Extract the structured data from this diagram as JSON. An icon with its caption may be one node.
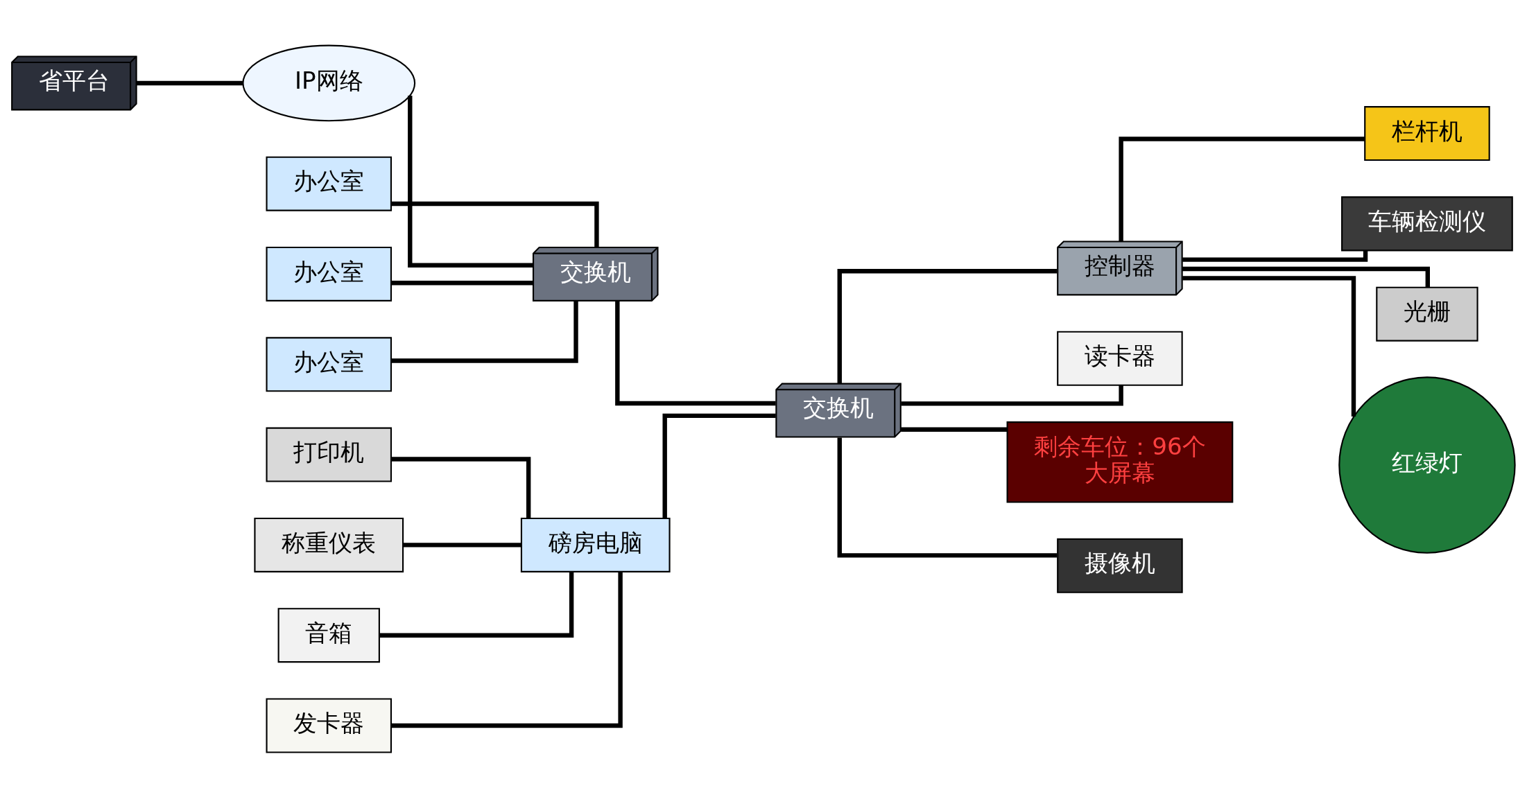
{
  "diagram": {
    "nodes": [
      {
        "text": [
          "省平台"
        ]
      },
      {
        "text": [
          "IP网络"
        ]
      },
      {
        "text": [
          "打印机"
        ]
      },
      {
        "text": [
          "称重仪表"
        ]
      },
      {
        "text": [
          "音箱"
        ]
      },
      {
        "text": [
          "发卡器"
        ]
      },
      {
        "text": [
          "栏杆机"
        ]
      },
      {
        "text": [
          "磅房电脑"
        ]
      },
      {
        "text": [
          "办公室"
        ]
      },
      {
        "text": [
          "车辆检测仪"
        ]
      },
      {
        "text": [
          "控制器"
        ]
      },
      {
        "text": [
          "交换机"
        ]
      },
      {
        "text": [
          "交换机"
        ]
      },
      {
        "text": [
          "办公室"
        ]
      },
      {
        "text": [
          "光栅"
        ]
      },
      {
        "text": [
          "办公室"
        ]
      },
      {
        "text": [
          "读卡器"
        ]
      },
      {
        "text": [
          "剩余车位：96个",
          "大屏幕"
        ]
      },
      {
        "text": [
          "摄像机"
        ]
      },
      {
        "text": [
          "红绿灯"
        ]
      }
    ],
    "edges": [
      {
        "from": 0,
        "to": 1,
        "arrow": "none"
      },
      {
        "from": 1,
        "to": 11,
        "arrow": "none"
      },
      {
        "from": 2,
        "to": 7,
        "arrow": "none"
      },
      {
        "from": 3,
        "to": 7,
        "arrow": "none"
      },
      {
        "from": 4,
        "to": 7,
        "arrow": "none"
      },
      {
        "from": 5,
        "to": 7,
        "arrow": "none"
      },
      {
        "from": 7,
        "to": 12,
        "arrow": "none"
      },
      {
        "from": 8,
        "to": 11,
        "arrow": "none"
      },
      {
        "from": 13,
        "to": 11,
        "arrow": "none"
      },
      {
        "from": 15,
        "to": 11,
        "arrow": "none"
      },
      {
        "from": 11,
        "to": 12,
        "arrow": "none"
      },
      {
        "from": 12,
        "to": 10,
        "arrow": "none"
      },
      {
        "from": 12,
        "to": 16,
        "arrow": "none"
      },
      {
        "from": 12,
        "to": 17,
        "arrow": "none"
      },
      {
        "from": 12,
        "to": 18,
        "arrow": "none"
      },
      {
        "from": 10,
        "to": 6,
        "arrow": "none"
      },
      {
        "from": 10,
        "to": 9,
        "arrow": "none"
      },
      {
        "from": 10,
        "to": 14,
        "arrow": "none"
      },
      {
        "from": 10,
        "to": 19,
        "arrow": "none"
      }
    ]
  }
}
